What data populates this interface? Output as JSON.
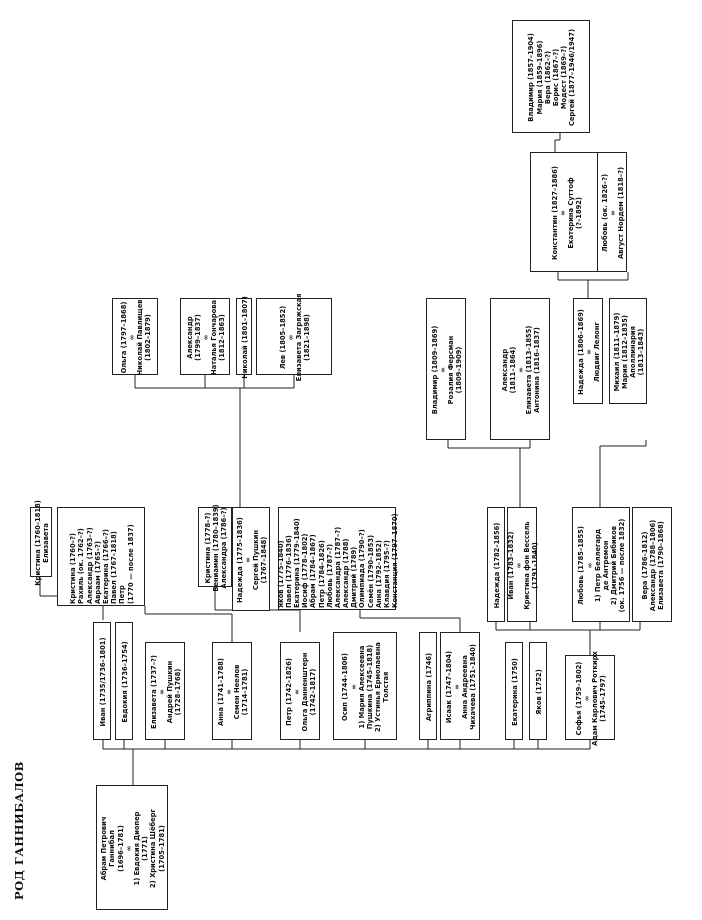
{
  "title": "РОД ГАННИБАЛОВ",
  "nodes": {
    "root": [
      "Абрам Петрович",
      "Ганнибал",
      "(1696–1781)",
      "∞",
      "1) Евдокия Диопер",
      "(1771)",
      "2) Христина Шёберг",
      "(1705–1781)"
    ],
    "ivan": [
      "Иван (1735/1736–1801)"
    ],
    "evdokia": [
      "Евдокия (1736–1754)"
    ],
    "elizaveta": [
      "Елизавета (1737–?)",
      "∞",
      "Андрей Пушкин",
      "(1728–1768)"
    ],
    "anna": [
      "Анна (1741–1788)",
      "∞",
      "Семен Неелов",
      "(1714–1781)"
    ],
    "petr": [
      "Петр (1742–1826)",
      "∞",
      "Ольга Данненштерн",
      "(1742–1817)"
    ],
    "osip": [
      "Осип (1744–1806)",
      "∞",
      "1) Мария Алексеевна",
      "Пушкина (1745–1818)",
      "2) Устинья Ермолаевна",
      "Толстая"
    ],
    "agrippina": [
      "Агриппина (1746)"
    ],
    "isaak": [
      "Исаак (1747–1804)",
      "∞",
      "Анна Андреевна",
      "Чихачева (1751–1840)"
    ],
    "ekaterina": [
      "Екатерина (1750)"
    ],
    "yakov": [
      "Яков (1752)"
    ],
    "sofia": [
      "Софья (1759–1802)",
      "∞",
      "Адам Карлович Роткирх",
      "(1745–1797)"
    ],
    "ivan_children": [
      "Кристина (1760–1818)",
      "Елизавета"
    ],
    "petr_children": [
      "Кристина (1760–?)",
      "Рахиль (ок. 1762–?)",
      "Александр (1763–?)",
      "Авраам (1765–?)",
      "Екатерина (1766–?)",
      "Павел (1767–1818)",
      "Петр",
      "(1770 — после 1837)"
    ],
    "osip_children_1": [
      "Кристина (1778–?)",
      "Вениамин (1780–1839)",
      "Александра (1786–?)"
    ],
    "nadezhda": [
      "Надежда (1775–1836)",
      "∞",
      "Сергей Пушкин",
      "(1767–1848)"
    ],
    "isaak_children": [
      "Яков (1775–1840)",
      "Павел (1776–1836)",
      "Екатерина (1779–1840)",
      "Иосиф (1778–1802)",
      "Абрам (1784–1867)",
      "Петр (1784–1826)",
      "Любовь (1787–?)",
      "Александра (1787–?)",
      "Александр (1788)",
      "Дмитрий (1789)",
      "Олимпиада (1790–?)",
      "Семён (1790–1853)",
      "Анна (1792–1852)",
      "Клавдия (1795–?)",
      "Констанция (1797–1870)"
    ],
    "nadezhda2": [
      "Надежда (1782–1856)"
    ],
    "ivan_rotkirch": [
      "Иван (1783–1832)",
      "∞",
      "Кристина фон Вессель",
      "(1791–1840)"
    ],
    "lyubov": [
      "Любовь (1785–1855)",
      "∞",
      "1) Петр Беллегард",
      "де Антремон",
      "2) Дмитрий Бибиков",
      "(ок. 1756 — после 1832)"
    ],
    "vera_group": [
      "Вера (1786–1812)",
      "Александр (1788–1806)",
      "Елизавета (1790–1868)"
    ],
    "olga": [
      "Ольга (1797–1868)",
      "∞",
      "Николай Павлищев",
      "(1802–1879)"
    ],
    "aleksandr_pushkin": [
      "Александр",
      "(1799–1837)",
      "∞",
      "Наталья Гончарова",
      "(1812–1863)"
    ],
    "nikolay": [
      "Николай (1801–1807)"
    ],
    "lev": [
      "Лев (1805–1852)",
      "∞",
      "Елизавета Загряжская",
      "(1821–1898)"
    ],
    "vladimir_r": [
      "Владимир (1809–1869)",
      "∞",
      "Розалия Ферсман",
      "(1809–1909)"
    ],
    "aleksandr_r": [
      "Александр",
      "(1811–1864)",
      "∞",
      "Елизавета (1813–1855)",
      "Антонина (1816–1837)"
    ],
    "nadezhda_b": [
      "Надежда (1806–1869)",
      "∞",
      "Людвиг Лелонг"
    ],
    "mikhail_group": [
      "Михаил (1811–1879)",
      "Мария (1812–1835)",
      "Аполлинария",
      "(1813–1843)"
    ],
    "konstantin": [
      "Константин (1827–1886)",
      "∞",
      "Екатерина Суттоф",
      "(?–1892)"
    ],
    "lyubov_l": [
      "Любовь (ок. 1826–?)",
      "∞",
      "Август Нордем (1818–?)"
    ],
    "konstantin_children": [
      "Владимир (1857–1904)",
      "Мария (1859–1896)",
      "Вера (1862–?)",
      "Борис (1867–?)",
      "Модест (1869–?)",
      "Сергей (1877–1946/1947)"
    ]
  }
}
